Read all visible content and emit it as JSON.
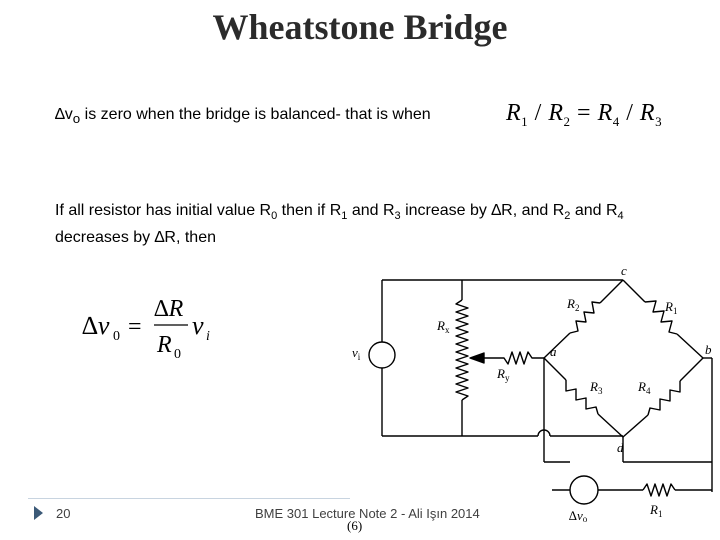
{
  "slide": {
    "title": "Wheatstone Bridge",
    "line1": {
      "delta": "∆",
      "v": "v",
      "v_sub": "o",
      "text": " is zero when the bridge is balanced- that is when"
    },
    "balance_eq": {
      "r1": "R",
      "r1_sub": "1",
      "slash1": " / ",
      "r2": "R",
      "r2_sub": "2",
      "equals": " = ",
      "r4": "R",
      "r4_sub": "4",
      "slash2": " / ",
      "r3": "R",
      "r3_sub": "3"
    },
    "para": {
      "p1": "If all resistor has initial value R",
      "s0": "0",
      "p2": " then if R",
      "s1": "1",
      "p3": " and R",
      "s3": "3",
      "p4": " increase by ∆R, and R",
      "s2": "2",
      "p5": " and R",
      "s4": "4",
      "p6": " decreases by ∆R, then"
    },
    "formula": {
      "lhs_delta": "∆",
      "lhs_v": "v",
      "lhs_sub": "0",
      "equals": "=",
      "num": "∆R",
      "den": "R",
      "den_sub": "0",
      "rhs_v": "v",
      "rhs_sub": "i"
    },
    "circuit": {
      "labels": {
        "c": "c",
        "b": "b",
        "a": "a",
        "d": "d",
        "R1_top": "R",
        "R1_top_sub": "1",
        "R2": "R",
        "R2_sub": "2",
        "R3": "R",
        "R3_sub": "3",
        "R4": "R",
        "R4_sub": "4",
        "Rx": "R",
        "Rx_sub": "x",
        "Ry": "R",
        "Ry_sub": "y",
        "vi": "v",
        "vi_sub": "i",
        "dv": "∆v",
        "dv_sub": "o",
        "R1_bottom": "R",
        "R1_bottom_sub": "1",
        "fig": "(6)"
      }
    },
    "footer": {
      "page": "20",
      "text": "BME 301 Lecture Note 2 - Ali Işın 2014"
    }
  }
}
